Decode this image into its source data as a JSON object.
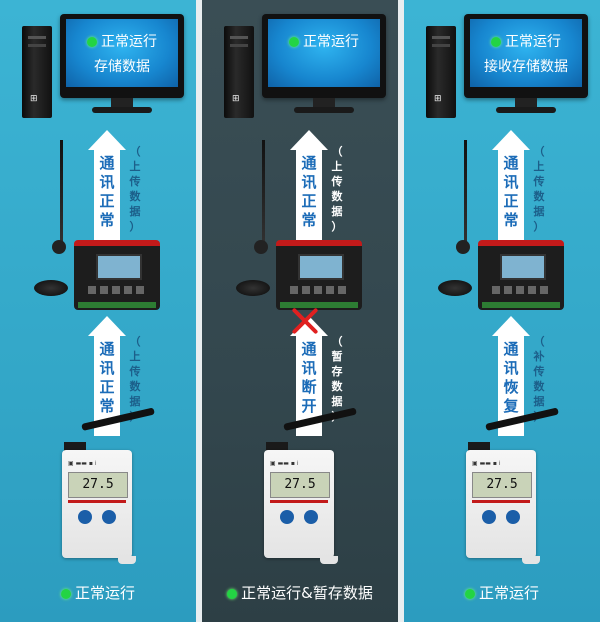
{
  "panels": [
    {
      "monitor_line1": "正常运行",
      "monitor_line2": "存储数据",
      "arrow_top": [
        "通",
        "讯",
        "正",
        "常"
      ],
      "side_top": [
        "（",
        "上",
        "传",
        "数",
        "据",
        "）"
      ],
      "arrow_bottom": [
        "通",
        "讯",
        "正",
        "常"
      ],
      "side_bottom": [
        "（",
        "上",
        "传",
        "数",
        "据",
        "）"
      ],
      "sensor_reading": "27.5",
      "caption": "正常运行"
    },
    {
      "monitor_line1": "正常运行",
      "monitor_line2": "",
      "arrow_top": [
        "通",
        "讯",
        "正",
        "常"
      ],
      "side_top": [
        "（",
        "上",
        "传",
        "数",
        "据",
        "）"
      ],
      "arrow_bottom": [
        "通",
        "讯",
        "断",
        "开"
      ],
      "side_bottom": [
        "（",
        "暂",
        "存",
        "数",
        "据",
        "）"
      ],
      "sensor_reading": "27.5",
      "caption": "正常运行&暂存数据"
    },
    {
      "monitor_line1": "正常运行",
      "monitor_line2": "接收存储数据",
      "arrow_top": [
        "通",
        "讯",
        "正",
        "常"
      ],
      "side_top": [
        "（",
        "上",
        "传",
        "数",
        "据",
        "）"
      ],
      "arrow_bottom": [
        "通",
        "讯",
        "恢",
        "复"
      ],
      "side_bottom": [
        "（",
        "补",
        "传",
        "数",
        "据",
        "）"
      ],
      "sensor_reading": "27.5",
      "caption": "正常运行"
    }
  ],
  "colors": {
    "panel_normal": "#33a7c8",
    "panel_offline": "#33474e",
    "status_dot": "#23d444",
    "arrow_text": "#1c6cb8",
    "error_x": "#e02020"
  },
  "icons": [
    "status-dot-icon",
    "computer-tower-icon",
    "monitor-icon",
    "gateway-icon",
    "antenna-icon",
    "sensor-icon",
    "disconnect-x-icon",
    "up-arrow-icon"
  ]
}
